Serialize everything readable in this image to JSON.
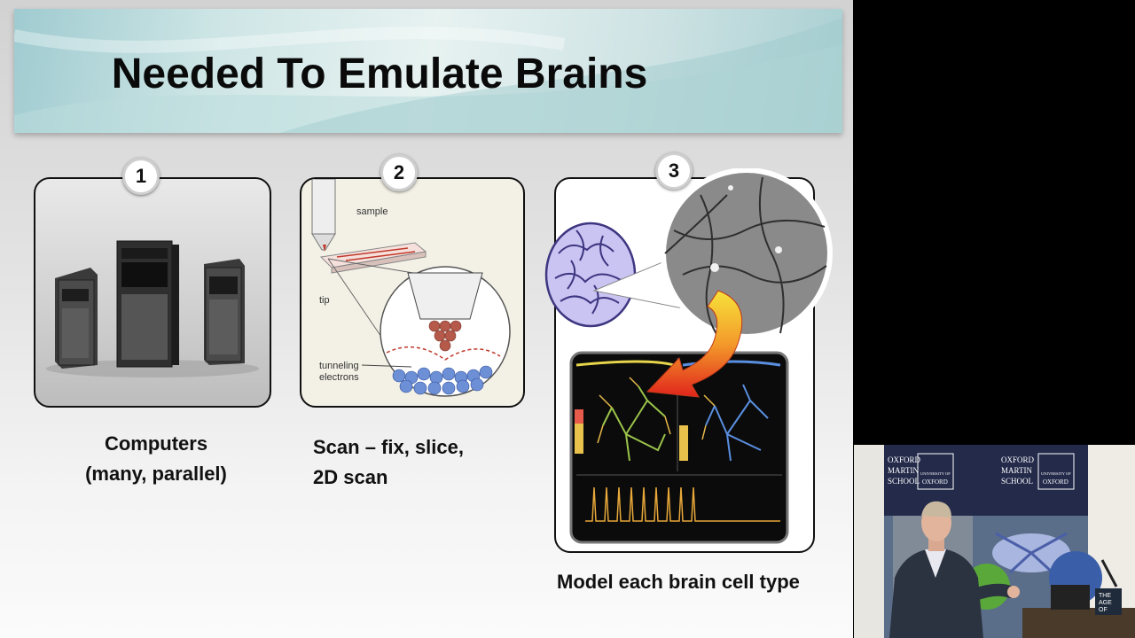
{
  "slide": {
    "title": "Needed To Emulate Brains",
    "steps": [
      {
        "number": "1",
        "caption_lines": [
          "Computers",
          "(many, parallel)"
        ]
      },
      {
        "number": "2",
        "caption_lines": [
          "Scan – fix, slice,",
          "2D scan"
        ]
      },
      {
        "number": "3",
        "caption_lines": [
          "Model each brain cell type"
        ]
      }
    ],
    "diagram2_labels": {
      "sample": "sample",
      "tip": "tip",
      "tunneling": "tunneling",
      "electrons": "electrons"
    }
  },
  "speaker_video": {
    "banner_logos": [
      {
        "lines": [
          "OXFORD",
          "MARTIN",
          "SCHOOL"
        ]
      },
      {
        "lines": [
          "UNIVERSITY OF",
          "OXFORD"
        ]
      },
      {
        "lines": [
          "OXFORD",
          "MARTIN",
          "SCHOOL"
        ]
      },
      {
        "lines": [
          "UNIVERSITY OF",
          "OXFORD"
        ]
      }
    ],
    "book_cover": [
      "THE",
      "AGE",
      "OF"
    ]
  },
  "colors": {
    "title": "#0a0a0a",
    "banner": "#cfe6e6",
    "panel_border": "#111111",
    "speaker_backdrop": "#2a2f45"
  }
}
